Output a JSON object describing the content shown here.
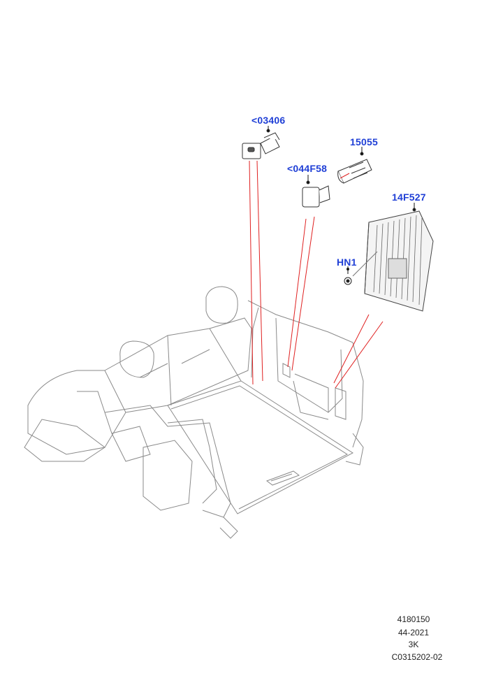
{
  "callouts": {
    "part1": "<03406",
    "part2": "15055",
    "part3": "<044F58",
    "part4": "14F527",
    "part5": "HN1"
  },
  "reference": {
    "code": "4180150",
    "section": "44-2021",
    "variant": "3K",
    "drawing": "C0315202-02"
  },
  "colors": {
    "callout": "#1f3fd6",
    "leader": "#e02020",
    "linework": "#8a8a8a"
  }
}
